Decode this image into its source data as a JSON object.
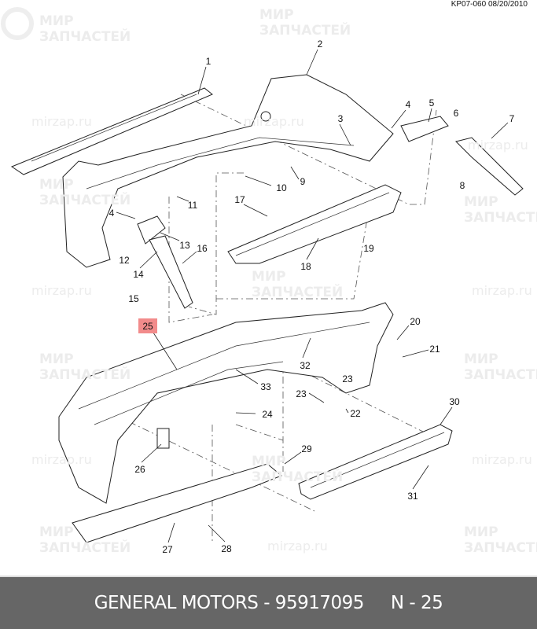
{
  "header": {
    "reference": "KP07-060 08/20/2010"
  },
  "watermark": {
    "line1": "МИР",
    "line2": "ЗАПЧАСТЕЙ",
    "site": "mirzap.ru"
  },
  "callouts": {
    "c1": "1",
    "c2": "2",
    "c3": "3",
    "c4a": "4",
    "c4b": "4",
    "c5": "5",
    "c6": "6",
    "c7": "7",
    "c8": "8",
    "c9": "9",
    "c10": "10",
    "c11": "11",
    "c12": "12",
    "c13": "13",
    "c14": "14",
    "c15": "15",
    "c16": "16",
    "c17": "17",
    "c18": "18",
    "c19": "19",
    "c20": "20",
    "c21": "21",
    "c22": "22",
    "c23a": "23",
    "c23b": "23",
    "c24": "24",
    "c25": "25",
    "c26": "26",
    "c27": "27",
    "c28": "28",
    "c29": "29",
    "c30": "30",
    "c31": "31",
    "c32": "32",
    "c33": "33"
  },
  "highlight": {
    "callout": "25",
    "color": "#f28b8b"
  },
  "footer": {
    "brand_part": "GENERAL MOTORS - 95917095",
    "position": "N - 25"
  }
}
